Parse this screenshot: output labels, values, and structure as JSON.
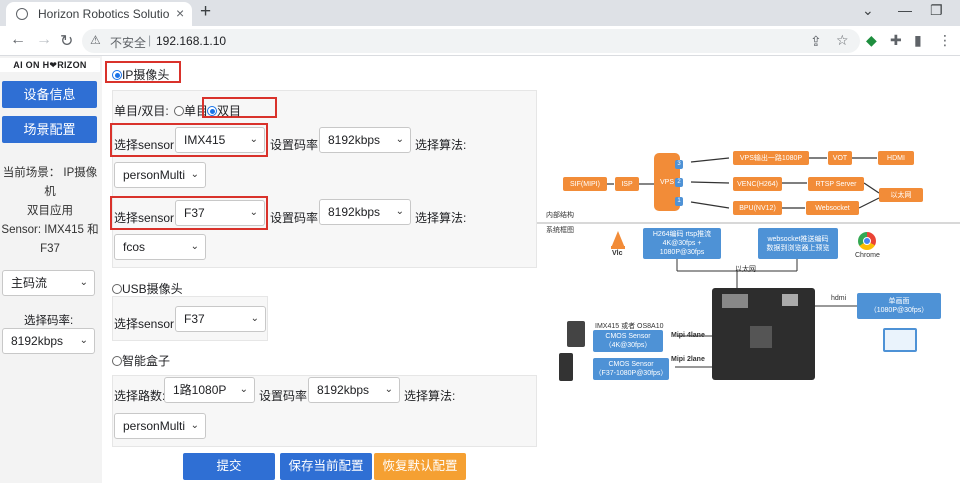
{
  "browser": {
    "tab_title": "Horizon Robotics Solutions De",
    "close_glyph": "×",
    "new_tab_glyph": "+",
    "insecure_label": "不安全",
    "url": "192.168.1.10",
    "window_controls": [
      "⌄",
      "—",
      "❐"
    ]
  },
  "sidebar": {
    "logo": "AI ON H❤RIZON",
    "device_info_button": "设备信息",
    "scene_config_button": "场景配置",
    "scene_lines": [
      "当前场景： IP摄像",
      "机",
      "双目应用",
      "Sensor: IMX415 和",
      "F37"
    ],
    "stream_select": "主码流",
    "bitrate_label": "选择码率:",
    "bitrate_select": "8192kbps"
  },
  "ip_camera": {
    "mode_label": "IP摄像头",
    "mono_dual_label": "单目/双目:",
    "mono_option": "单目",
    "dual_option": "双目",
    "sensor_label": "选择sensor:",
    "bitrate_label": "设置码率:",
    "algo_label": "选择算法:",
    "sensor1": "IMX415",
    "bitrate1": "8192kbps",
    "algo1": "personMulti",
    "sensor2": "F37",
    "bitrate2": "8192kbps",
    "algo2": "fcos"
  },
  "usb_camera": {
    "mode_label": "USB摄像头",
    "sensor_label": "选择sensor:",
    "sensor": "F37"
  },
  "smart_box": {
    "mode_label": "智能盒子",
    "channels_label": "选择路数:",
    "channels": "1路1080P",
    "bitrate_label": "设置码率:",
    "bitrate": "8192kbps",
    "algo_label": "选择算法:",
    "algo": "personMulti"
  },
  "actions": {
    "submit": "提交",
    "save": "保存当前配置",
    "restore": "恢复默认配置"
  },
  "diagram": {
    "sif": "SIF(MIPI)",
    "isp": "ISP",
    "vps": "VPS",
    "vps_out": "VPS输出一路1080P",
    "vot": "VOT",
    "hdmi_out": "HDMI",
    "venc": "VENC(H264)",
    "rtsp": "RTSP Server",
    "ethernet_box": "以太网",
    "bpu": "BPU(NV12)",
    "websocket": "Websocket",
    "port3": "3",
    "port2": "2",
    "port1": "1",
    "internal_label": "内部结构",
    "system_label": "系统框图",
    "vlc": "Vlc",
    "h264_note": "H264编码 rtsp推流\n4K@30fps +\n1080P@30fps",
    "ws_note": "websocket推送编码\n数据到浏览器上预览",
    "chrome": "Chrome",
    "ethernet_text": "以太网",
    "hdmi_label": "hdmi",
    "single_screen": "单画面\n（1080P@30fps）",
    "sensor_title": "IMX415 或者 OS8A10",
    "cmos1": "CMOS Sensor\n（4K@30fps）",
    "mipi4": "Mipi 4lane",
    "cmos2": "CMOS Sensor\n（F37-1080P@30fps）",
    "mipi2": "Mipi 2lane"
  }
}
